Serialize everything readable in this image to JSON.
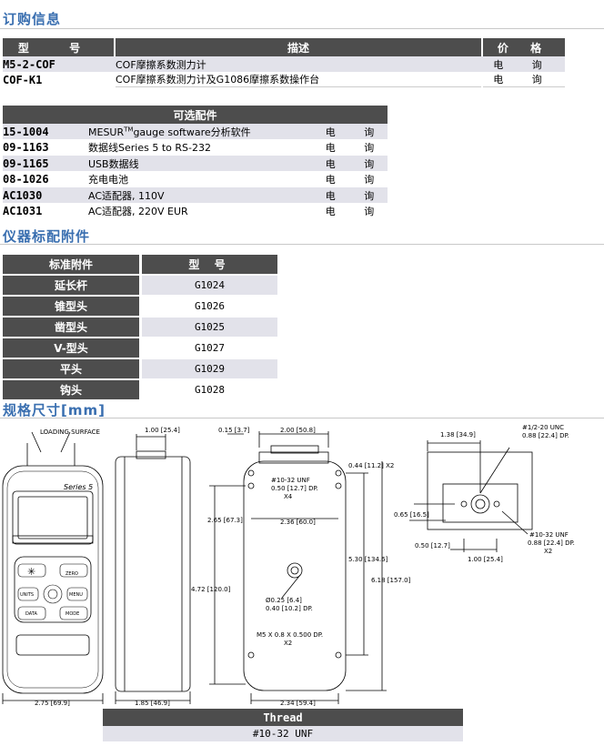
{
  "order": {
    "title": "订购信息",
    "headers": [
      "型 号",
      "描述",
      "价 格"
    ],
    "rows": [
      {
        "code": "M5-2-COF",
        "desc": "COF摩擦系数测力计",
        "price": "电 询"
      },
      {
        "code": "COF-K1",
        "desc": "COF摩擦系数测力计及G1086摩擦系数操作台",
        "price": "电 询"
      }
    ]
  },
  "optional": {
    "header": "可选配件",
    "rows": [
      {
        "code": "15-1004",
        "desc_pre": "MESUR",
        "desc_sup": "TM",
        "desc_post": "gauge software分析软件",
        "price": "电 询"
      },
      {
        "code": "09-1163",
        "desc_pre": "数据线Series 5 to RS-232",
        "desc_sup": "",
        "desc_post": "",
        "price": "电 询"
      },
      {
        "code": "09-1165",
        "desc_pre": "USB数据线",
        "desc_sup": "",
        "desc_post": "",
        "price": "电 询"
      },
      {
        "code": "08-1026",
        "desc_pre": "充电电池",
        "desc_sup": "",
        "desc_post": "",
        "price": "电 询"
      },
      {
        "code": "AC1030",
        "desc_pre": "AC适配器, 110V",
        "desc_sup": "",
        "desc_post": "",
        "price": "电 询"
      },
      {
        "code": "AC1031",
        "desc_pre": "AC适配器, 220V EUR",
        "desc_sup": "",
        "desc_post": "",
        "price": "电 询"
      }
    ]
  },
  "standard": {
    "title": "仪器标配附件",
    "headers": [
      "标准附件",
      "型 号"
    ],
    "rows": [
      {
        "name": "延长杆",
        "model": "G1024"
      },
      {
        "name": "锥型头",
        "model": "G1026"
      },
      {
        "name": "凿型头",
        "model": "G1025"
      },
      {
        "name": "V-型头",
        "model": "G1027"
      },
      {
        "name": "平头",
        "model": "G1029"
      },
      {
        "name": "钩头",
        "model": "G1028"
      }
    ]
  },
  "dims": {
    "title": "规格尺寸[mm]",
    "labels": {
      "loading": "LOADING SURFACE",
      "d100": "1.00 [25.4]",
      "d015": "0.15 [3.7]",
      "d200": "2.00 [50.8]",
      "d044": "0.44 [11.2] X2",
      "unf": "#10-32 UNF",
      "unf_dp": "0.50 [12.7] DP.",
      "x4": "X4",
      "d265": "2.65 [67.3]",
      "d236": "2.36 [60.0]",
      "d472": "4.72 [120.0]",
      "d530": "5.30 [134.6]",
      "d618": "6.18 [157.0]",
      "d025": "Ø0.25 [6.4]",
      "d040": "0.40 [10.2] DP.",
      "m5": "M5 X 0.8 X 0.500 DP.",
      "x2": "X2",
      "d275": "2.75 [69.9]",
      "d185": "1.85 [46.9]",
      "d234": "2.34 [59.4]",
      "d138": "1.38 [34.9]",
      "unc": "#1/2-20 UNC",
      "unc_dp": "0.88 [22.4] DP.",
      "d065": "0.65 [16.5]",
      "d050": "0.50 [12.7]",
      "unf2": "#10-32 UNF",
      "unf2_dp": "0.88 [22.4] DP.",
      "x2b": "X2",
      "d100b": "1.00 [25.4]",
      "series": "Series 5",
      "keys": [
        "ZERO",
        "UNITS",
        "MENU",
        "DATA",
        "MODE"
      ]
    }
  },
  "thread": {
    "header": "Thread",
    "value": "#10-32 UNF"
  }
}
